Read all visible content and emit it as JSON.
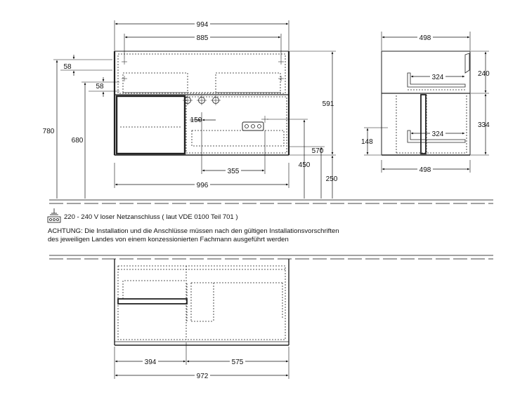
{
  "dimensions": {
    "front_top_width": "994",
    "front_inner_width": "885",
    "front_bottom_width": "996",
    "side_top_width": "498",
    "side_bottom_width": "498",
    "height_58_a": "58",
    "height_58_b": "58",
    "height_780": "780",
    "height_680": "680",
    "height_591": "591",
    "height_570": "570",
    "height_450": "450",
    "height_250": "250",
    "offset_150": "150",
    "offset_355": "355",
    "side_324_upper": "324",
    "side_324_lower": "324",
    "side_240": "240",
    "side_334": "334",
    "side_148": "148",
    "plan_394": "394",
    "plan_575": "575",
    "plan_972": "972"
  },
  "notes": {
    "power": "220 - 240 V loser Netzanschluss ( laut VDE 0100 Teil 701 )",
    "warning_line1": "ACHTUNG: Die Installation und die Anschlüsse müssen nach den gültigen Installationsvorschriften",
    "warning_line2": "des jeweiligen Landes von einem konzessionierten Fachmann ausgeführt werden"
  },
  "icons": {
    "power": "power-socket-icon"
  }
}
